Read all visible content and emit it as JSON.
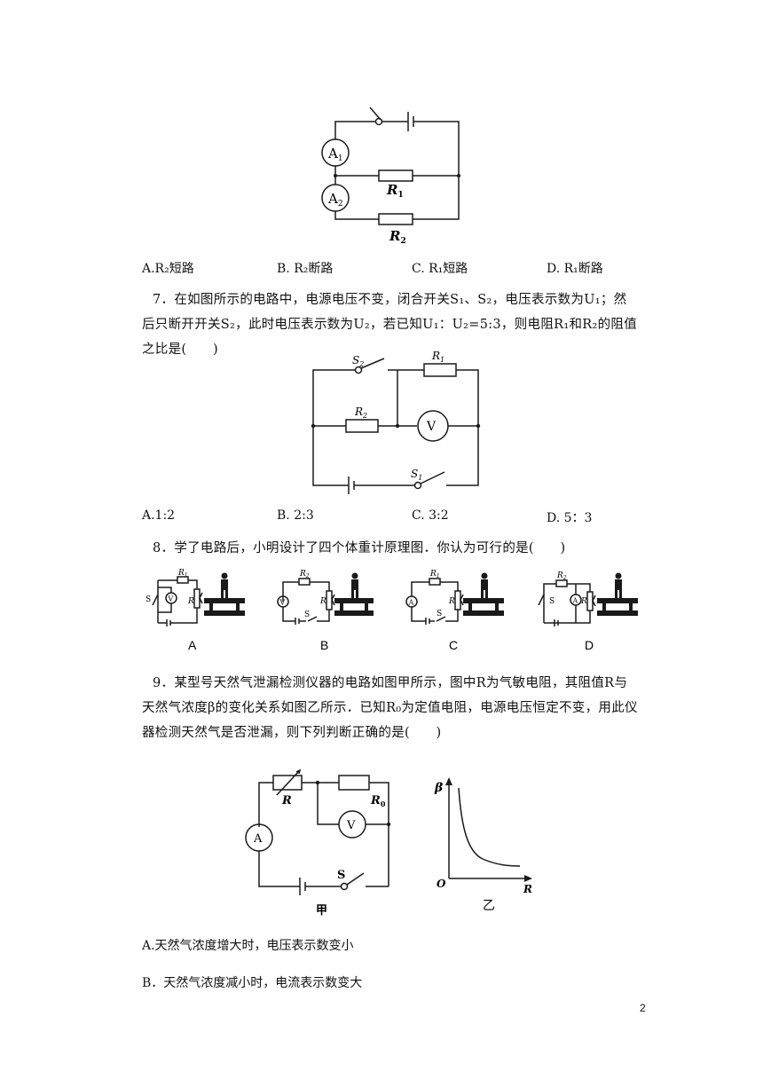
{
  "q6": {
    "labels": {
      "a1": "A",
      "a1_sub": "1",
      "a2": "A",
      "a2_sub": "2",
      "r1": "R",
      "r1_sub": "1",
      "r2": "R",
      "r2_sub": "2"
    },
    "options": [
      "A.R₂短路",
      "B. R₂断路",
      "C. R₁短路",
      "D. R₁断路"
    ]
  },
  "q7": {
    "text": "7．在如图所示的电路中，电源电压不变，闭合开关S₁、S₂，电压表示数为U₁；然后只断开开关S₂，此时电压表示数为U₂，若已知U₁：U₂=5:3，则电阻R₁和R₂的阻值之比是(　　)",
    "labels": {
      "s2": "S",
      "s2_sub": "2",
      "r1": "R",
      "r1_sub": "1",
      "r2": "R",
      "r2_sub": "2",
      "v": "V",
      "s1": "S",
      "s1_sub": "1"
    },
    "options": [
      "A.1:2",
      "B. 2:3",
      "C. 3:2",
      "D. 5：3"
    ]
  },
  "q8": {
    "text": "8．学了电路后，小明设计了四个体重计原理图．你认为可行的是(　　)",
    "diagrams": [
      {
        "caption": "A",
        "meter": "V",
        "s": "S",
        "r1": "R",
        "r1_sub": "1",
        "r": "R"
      },
      {
        "caption": "B",
        "meter": "V",
        "s": "S",
        "r1": "R",
        "r1_sub": "2",
        "r": "R"
      },
      {
        "caption": "C",
        "meter": "A",
        "s": "S",
        "r1": "R",
        "r1_sub": "1",
        "r": "R"
      },
      {
        "caption": "D",
        "meter": "A",
        "s": "S",
        "r1": "R",
        "r1_sub": "2",
        "r": "R"
      }
    ]
  },
  "q9": {
    "text": "9．某型号天然气泄漏检测仪器的电路如图甲所示，图中R为气敏电阻，其阻值R与天然气浓度β的变化关系如图乙所示．已知R₀为定值电阻，电源电压恒定不变，用此仪器检测天然气是否泄漏，则下列判断正确的是(　　)",
    "labels": {
      "r": "R",
      "r0": "R",
      "r0_sub": "0",
      "a": "A",
      "v": "V",
      "s": "S",
      "cap_jia": "甲",
      "cap_yi": "乙",
      "beta": "β",
      "origin": "O",
      "xaxis": "R"
    },
    "options": [
      "A.天然气浓度增大时，电压表示数变小",
      "B．天然气浓度减小时，电流表示数变大"
    ]
  },
  "page_number": "2"
}
